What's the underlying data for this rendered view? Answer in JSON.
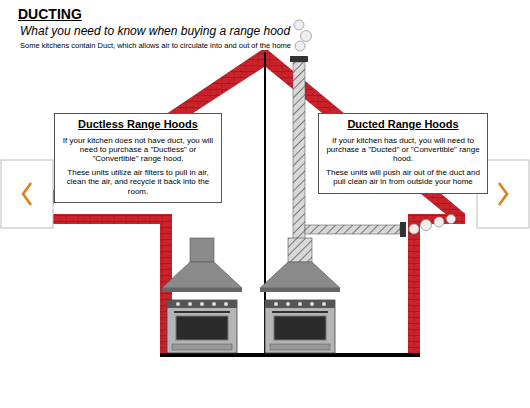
{
  "diagram": {
    "title": "DUCTING",
    "nodes": [
      {
        "text": [
          "Ductless Range Hoods",
          "If your kitchen does not have duct, you will need to purchase a \"Ductless\" or \"Convertible\" range hood.",
          "These units utilize air filters to pull in air, clean the air, and recycle it back into the room."
        ]
      },
      {
        "text": [
          "Ducted Range Hoods",
          "If your kitchen has duct, you will need to purchase a \"Ducted\" or \"Convertible\" range hood.",
          "These units will push air out of the duct and pull clean air in from outside your home"
        ]
      }
    ],
    "labels": [
      "What you need to know when buying a range hood",
      "Some kitchens contain Duct, which allows air to circulate into and out of the home"
    ]
  }
}
